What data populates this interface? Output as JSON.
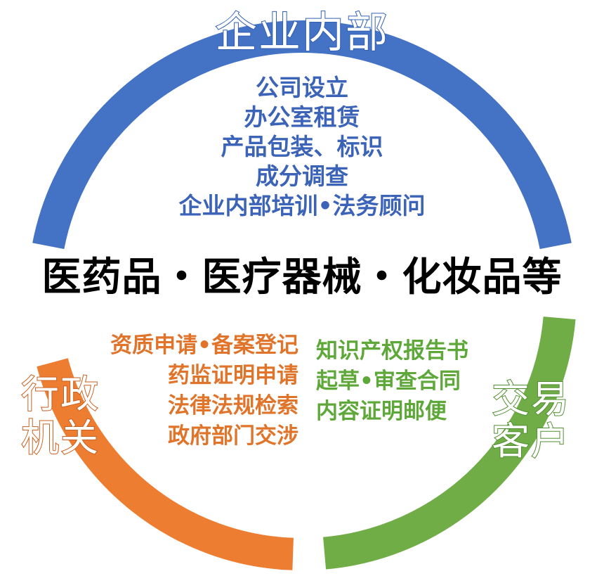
{
  "diagram": {
    "center_title": "医药品・医疗器械・化妆品等",
    "segments": [
      {
        "id": "top",
        "title": "企业内部",
        "color": "#4472c4",
        "items": [
          "公司设立",
          "办公室租赁",
          "产品包装、标识",
          "成分调查",
          "企业内部培训•法务顾问"
        ]
      },
      {
        "id": "left",
        "title_lines": [
          "行政",
          "机关"
        ],
        "color": "#ed7d31",
        "items": [
          "资质申请•备案登记",
          "药监证明申请",
          "法律法规检索",
          "政府部门交涉"
        ]
      },
      {
        "id": "right",
        "title_lines": [
          "交易",
          "客户"
        ],
        "color": "#70ad47",
        "items": [
          "知识产权报告书",
          "起草•审查合同",
          "内容证明邮便"
        ]
      }
    ]
  }
}
